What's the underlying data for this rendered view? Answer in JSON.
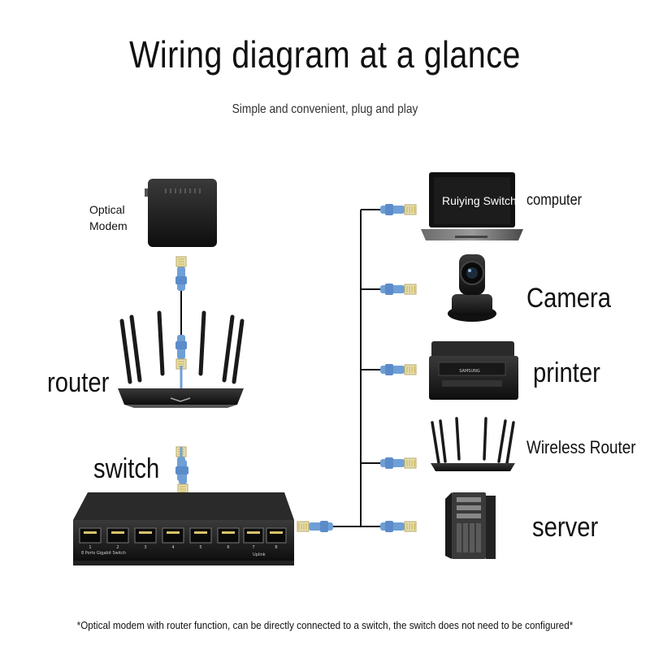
{
  "title": "Wiring diagram at a glance",
  "subtitle": "Simple and convenient, plug and play",
  "labels": {
    "optical_modem": "Optical\nModem",
    "router": "router",
    "switch": "switch",
    "computer": "computer",
    "computer_screen": "Ruiying Switch",
    "camera": "Camera",
    "printer": "printer",
    "wireless_router": "Wireless Router",
    "server": "server"
  },
  "switch_device": {
    "caption": "8 Ports Gigabit Switch",
    "port_numbers": [
      "1",
      "2",
      "3",
      "4",
      "5",
      "6",
      "7",
      "8"
    ],
    "uplink": "Uplink"
  },
  "printer_brand": "SAMSUNG",
  "footnote": "*Optical modem with router function, can be directly connected to a switch, the switch does not need to be configured*",
  "colors": {
    "cable": "#6f9fd6",
    "cable_dark": "#4f7fb8",
    "connector_gold": "#d9c36a",
    "device_black": "#1a1a1a",
    "line": "#111111"
  }
}
